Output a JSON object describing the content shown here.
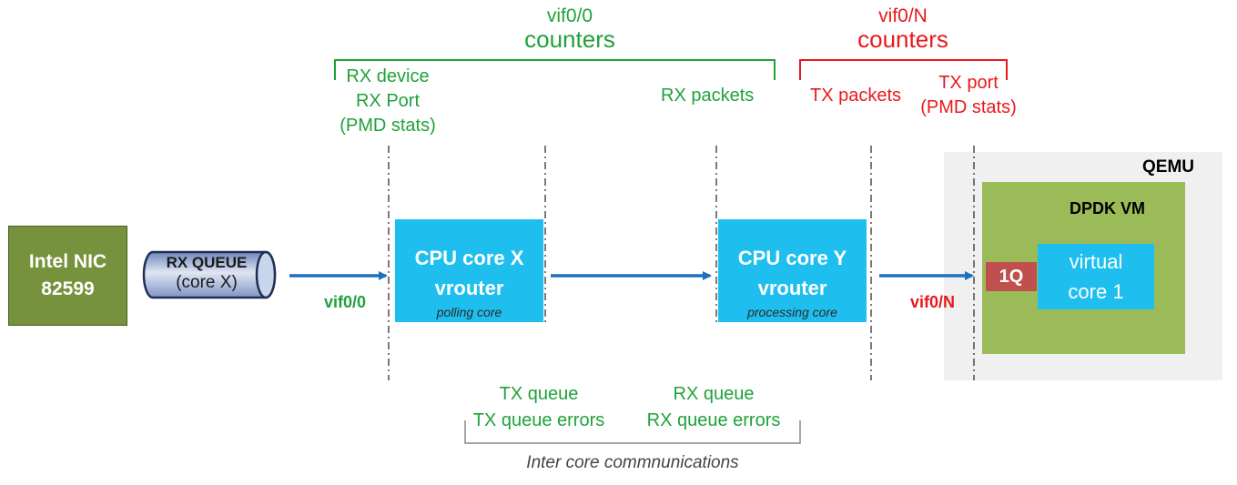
{
  "counters_left": {
    "line1": "vif0/0",
    "line2": "counters"
  },
  "counters_right": {
    "line1": "vif0/N",
    "line2": "counters"
  },
  "labels": {
    "rx_device": [
      "RX device",
      "RX Port",
      "(PMD stats)"
    ],
    "rx_packets": "RX packets",
    "tx_packets": "TX packets",
    "tx_port": [
      "TX port",
      "(PMD stats)"
    ],
    "tx_queue": [
      "TX queue",
      "TX queue errors"
    ],
    "rx_queue": [
      "RX queue",
      "RX queue errors"
    ],
    "inter_core": "Inter core commnunications"
  },
  "nic": {
    "line1": "Intel NIC",
    "line2": "82599"
  },
  "rx_queue_pipe": {
    "line1": "RX QUEUE",
    "line2": "(core X)"
  },
  "vif_left": "vif0/0",
  "vif_right": "vif0/N",
  "cpu_x": {
    "line1": "CPU core X",
    "line2": "vrouter",
    "sub": "polling core"
  },
  "cpu_y": {
    "line1": "CPU core Y",
    "line2": "vrouter",
    "sub": "processing core"
  },
  "qemu": "QEMU",
  "dpdk_vm": "DPDK VM",
  "queue_1q": "1Q",
  "virtual_core": {
    "line1": "virtual",
    "line2": "core 1"
  },
  "colors": {
    "green": "#1fa23a",
    "red": "#e8191c",
    "cpu_blue": "#1ebfee",
    "nic_green": "#76923c",
    "vm_green": "#9bbb59",
    "queue_red": "#c0504d",
    "arrow_blue": "#1f6fbf"
  }
}
